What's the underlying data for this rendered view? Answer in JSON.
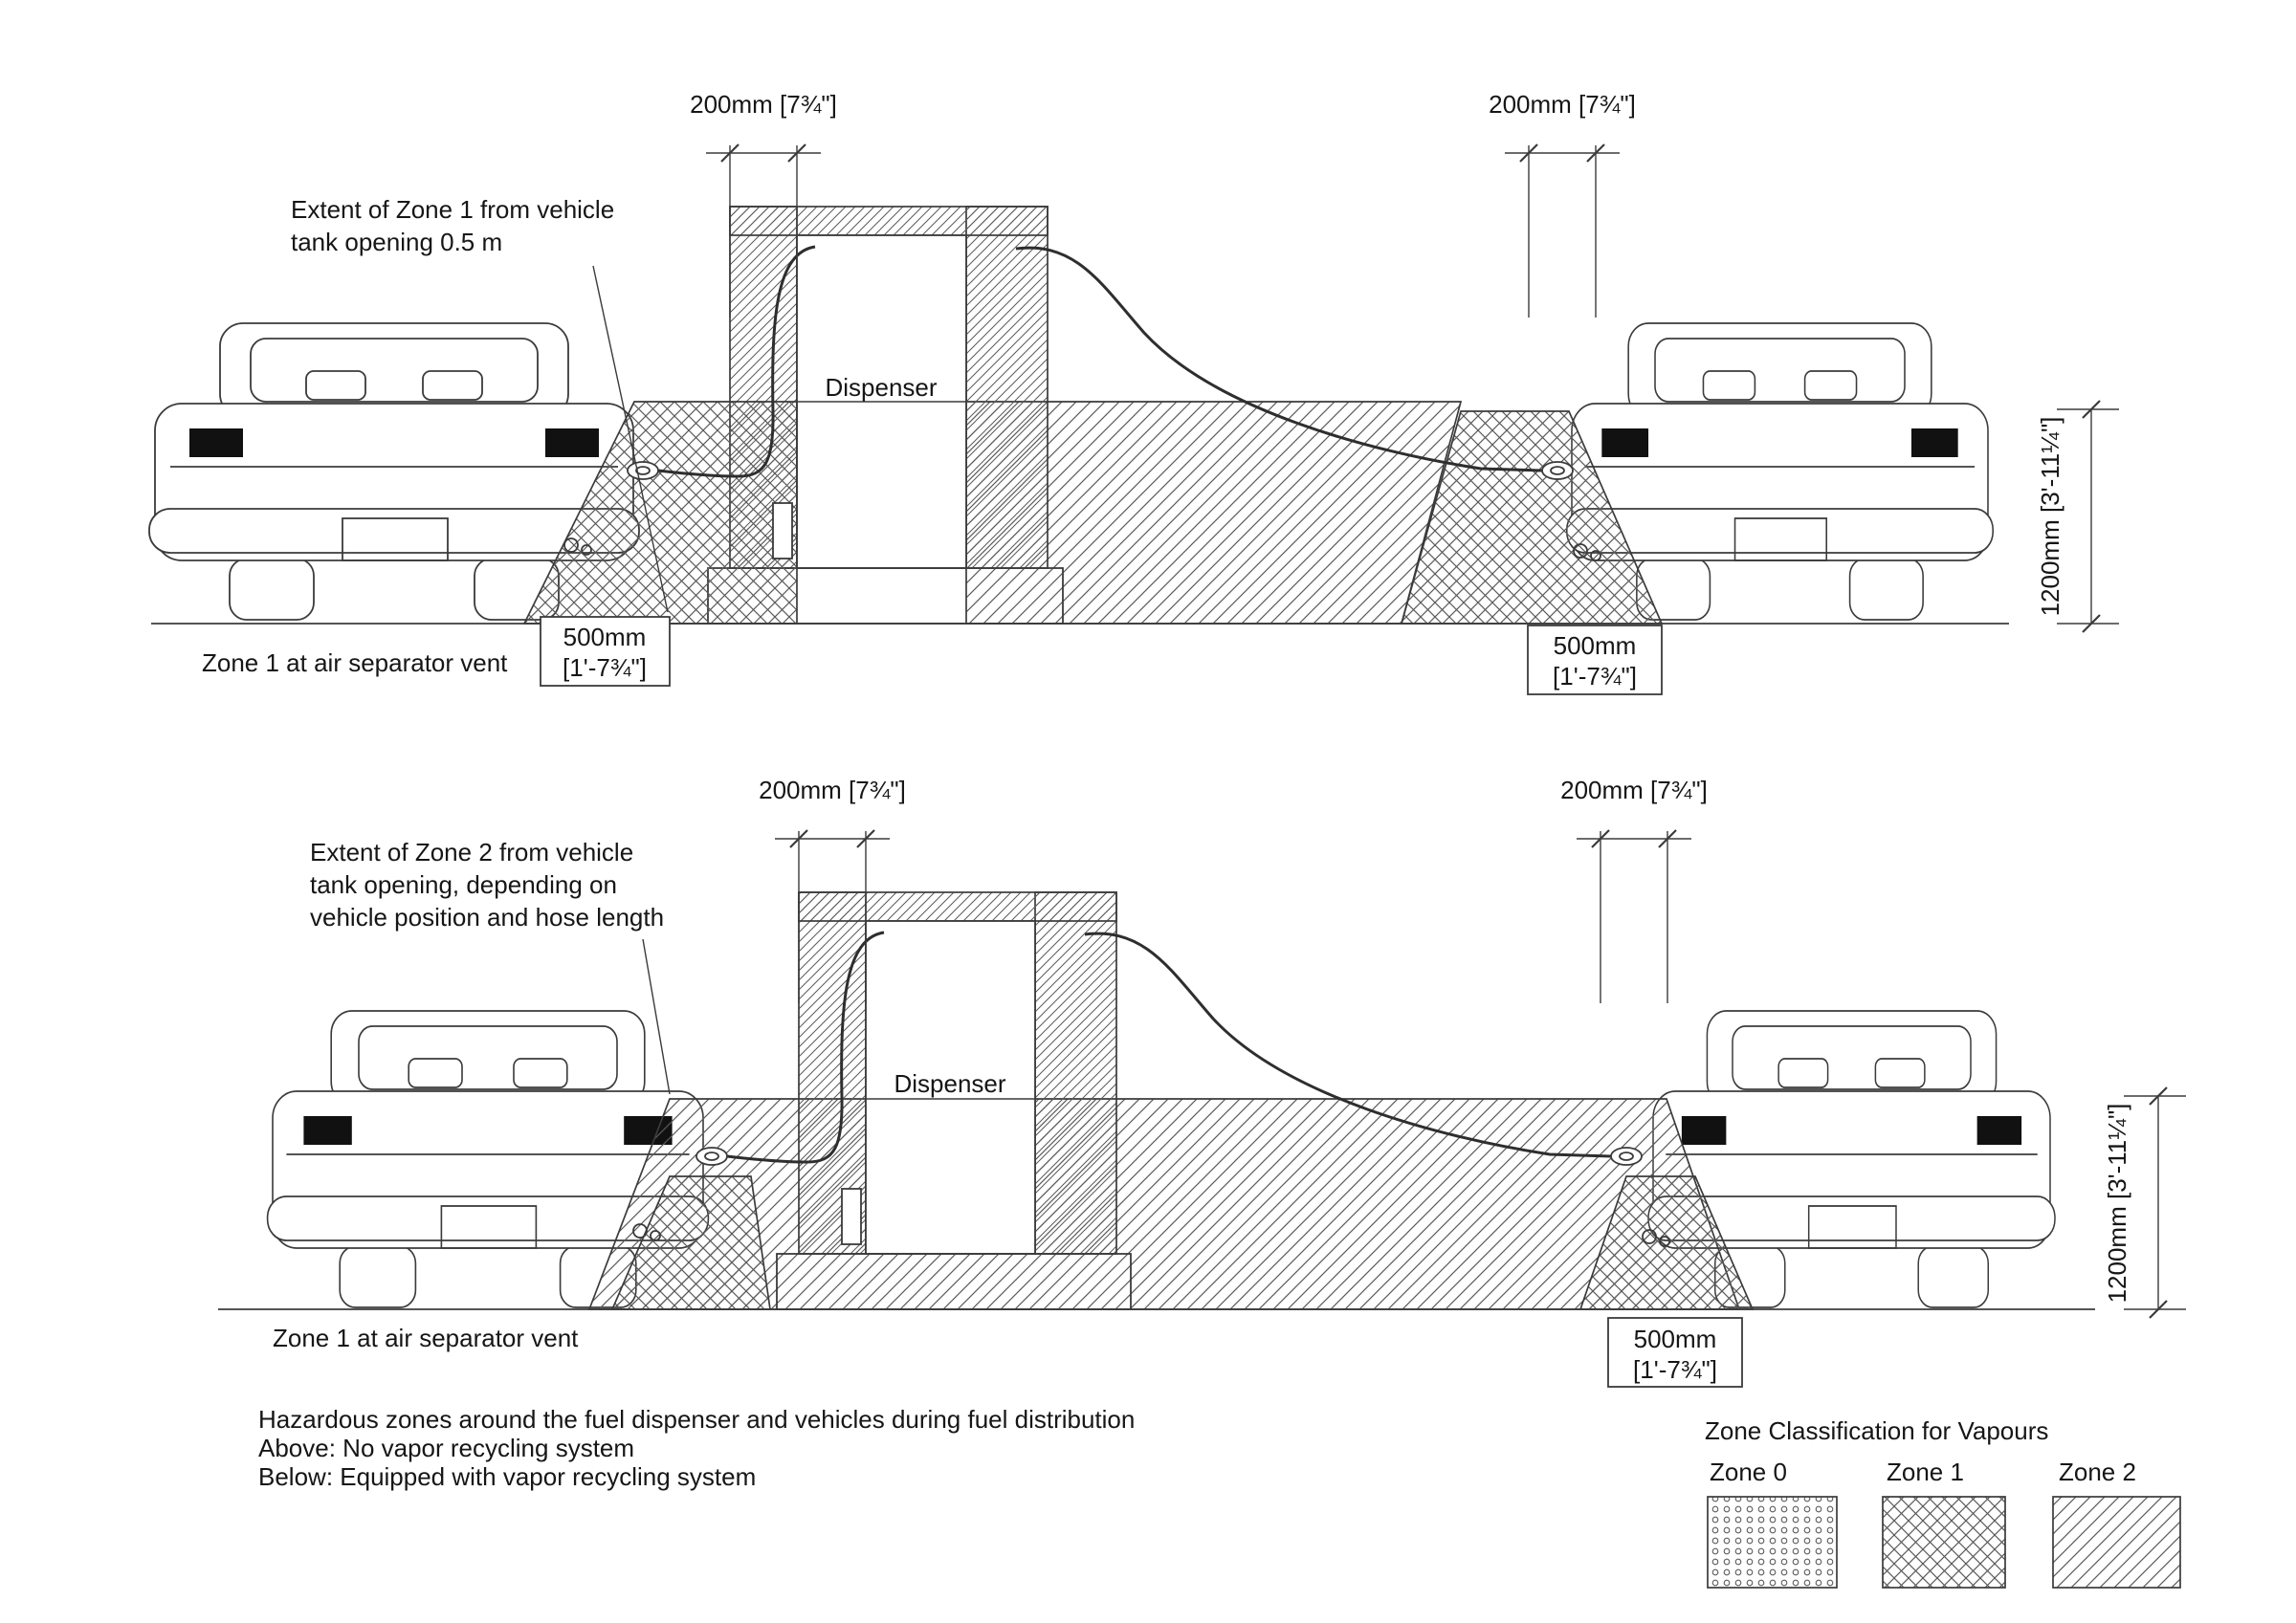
{
  "colors": {
    "background": "#ffffff",
    "line": "#3b3b3b",
    "hatch": "#5a5a5a",
    "text": "#161616"
  },
  "top_diagram": {
    "dim_200_left": "200mm [7¾\"]",
    "dim_200_right": "200mm [7¾\"]",
    "extent_note": [
      "Extent of Zone 1 from vehicle",
      "tank opening 0.5 m"
    ],
    "dispenser_label": "Dispenser",
    "vent_note": "Zone 1 at air separator vent",
    "dim_500_left": [
      "500mm",
      "[1'-7¾\"]"
    ],
    "dim_500_right": [
      "500mm",
      "[1'-7¾\"]"
    ],
    "dim_1200": "1200mm [3'-11¼\"]"
  },
  "bottom_diagram": {
    "dim_200_left": "200mm [7¾\"]",
    "dim_200_right": "200mm [7¾\"]",
    "extent_note": [
      "Extent of Zone 2 from vehicle",
      "tank opening, depending on",
      "vehicle position and hose length"
    ],
    "dispenser_label": "Dispenser",
    "vent_note": "Zone 1 at air separator vent",
    "dim_500": [
      "500mm",
      "[1'-7¾\"]"
    ],
    "dim_1200": "1200mm [3'-11¼\"]"
  },
  "caption": [
    "Hazardous zones around the fuel dispenser and vehicles during fuel distribution",
    "Above: No vapor recycling system",
    "Below: Equipped with vapor recycling system"
  ],
  "legend": {
    "title": "Zone Classification for Vapours",
    "items": [
      {
        "label": "Zone 0",
        "pattern": "dots"
      },
      {
        "label": "Zone 1",
        "pattern": "crosshatch"
      },
      {
        "label": "Zone 2",
        "pattern": "diagonal-hatch"
      }
    ]
  }
}
